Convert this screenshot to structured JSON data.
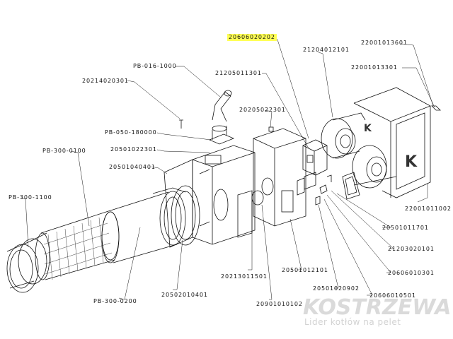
{
  "labels": {
    "l20606020202": "20606020202",
    "l21204012101": "21204012101",
    "l22001013601": "22001013601",
    "l22001013301": "22001013301",
    "l21205011301": "21205011301",
    "l20214020301": "20214020301",
    "l20205022301": "20205022301",
    "lPB0161000": "PB-016-1000",
    "lPB050180000": "PB-050-180000",
    "l20501022301": "20501022301",
    "lPB3000100": "PB-300-0100",
    "l20501040401": "20501040401",
    "lPB3001100": "PB-300-1100",
    "l22001011002": "22001011002",
    "l20501011701": "20501011701",
    "l21203020101": "21203020101",
    "l20606010301": "20606010301",
    "l20213011501": "20213011501",
    "l20501012101": "20501012101",
    "l20501020902": "20501020902",
    "l20606010501": "20606010501",
    "l20502010401": "20502010401",
    "lPB3000200": "PB-300-0200",
    "l20901010102": "20901010102"
  },
  "watermark": {
    "brand": "KOSTRZEWA",
    "slogan": "Lider kotłów na pelet"
  },
  "colors": {
    "highlight": "#ffff55",
    "line": "#111111",
    "watermark": "#bdbdbd"
  }
}
